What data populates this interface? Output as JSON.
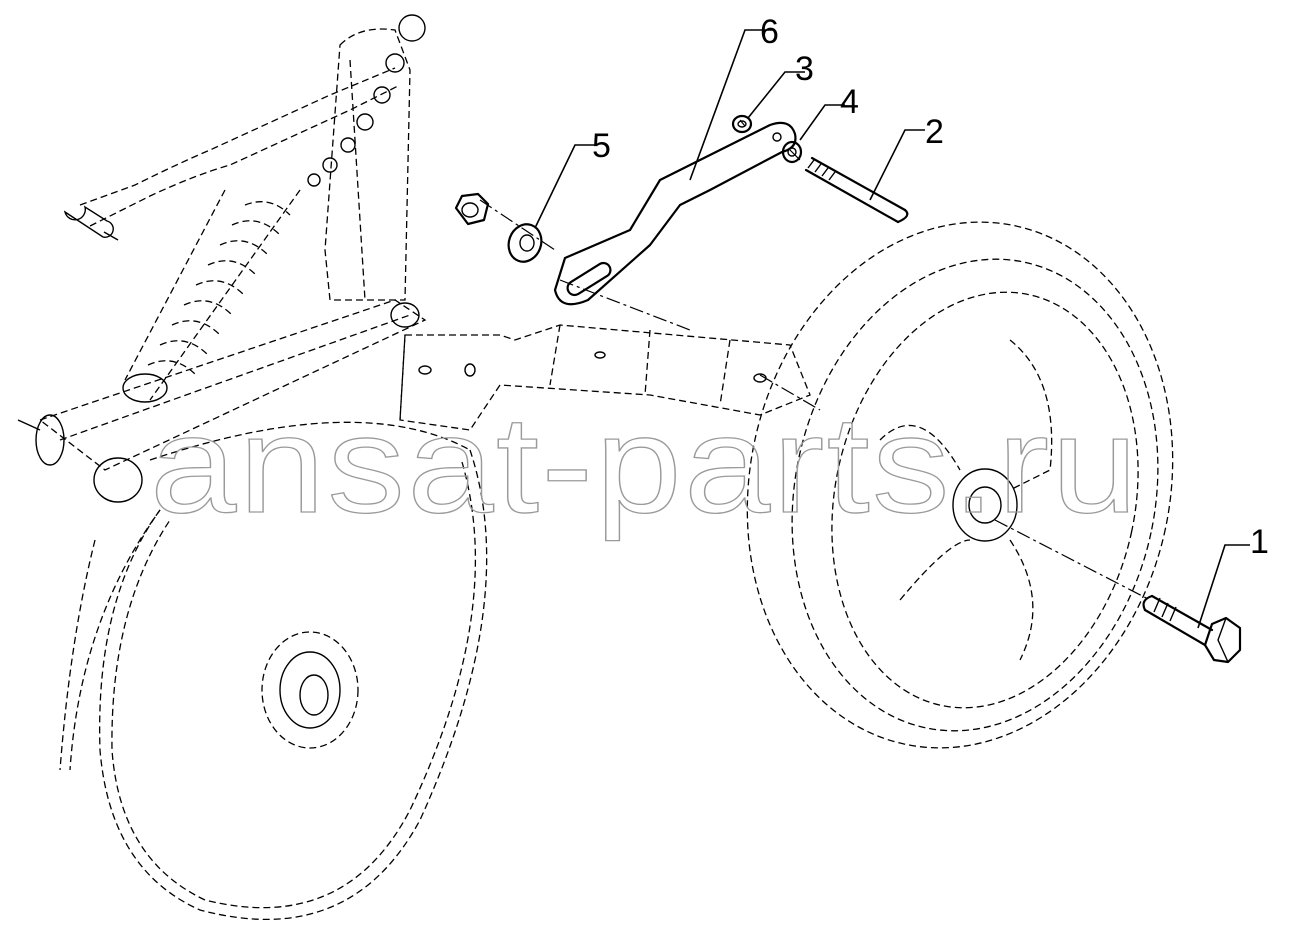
{
  "diagram": {
    "corner_text": "",
    "watermark": "ansat-parts.ru",
    "callouts": [
      {
        "id": "1",
        "label": "1"
      },
      {
        "id": "2",
        "label": "2"
      },
      {
        "id": "3",
        "label": "3"
      },
      {
        "id": "4",
        "label": "4"
      },
      {
        "id": "5",
        "label": "5"
      },
      {
        "id": "6",
        "label": "6"
      }
    ]
  }
}
